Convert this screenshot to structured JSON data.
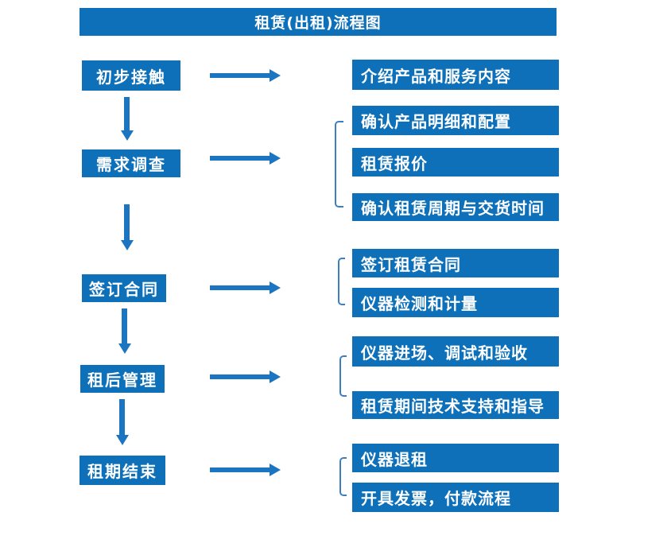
{
  "title": "租赁(出租)流程图",
  "flow": {
    "steps": [
      {
        "label": "初步接触",
        "items": [
          "介绍产品和服务内容"
        ]
      },
      {
        "label": "需求调查",
        "items": [
          "确认产品明细和配置",
          "租赁报价",
          "确认租赁周期与交货时间"
        ]
      },
      {
        "label": "签订合同",
        "items": [
          "签订租赁合同",
          "仪器检测和计量"
        ]
      },
      {
        "label": "租后管理",
        "items": [
          "仪器进场、调试和验收",
          "租赁期间技术支持和指导"
        ]
      },
      {
        "label": "租期结束",
        "items": [
          "仪器退租",
          "开具发票，付款流程"
        ]
      }
    ]
  },
  "colors": {
    "box_blue": "#0d70b9",
    "arrow_blue": "#1b75c0",
    "bracket_blue": "#3c7fc1",
    "text_white": "#ffffff"
  }
}
